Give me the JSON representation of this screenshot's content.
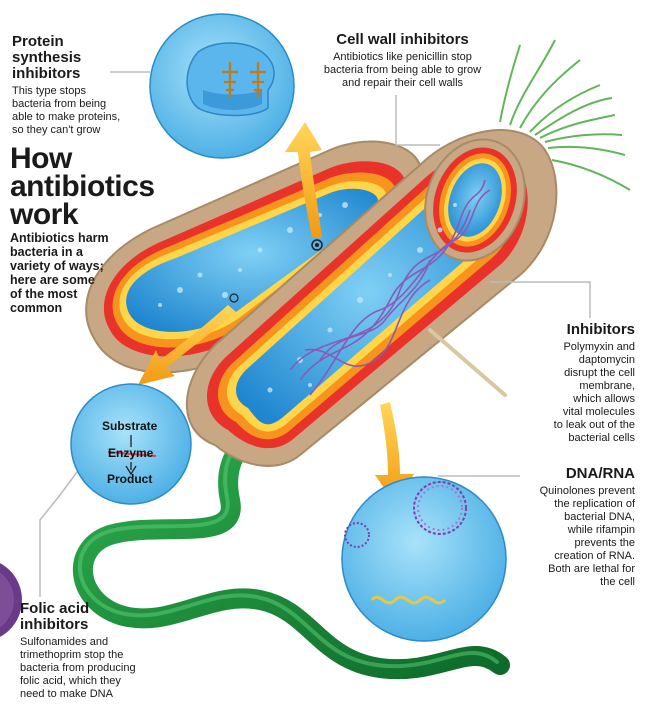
{
  "headline": {
    "title_line1": "How",
    "title_line2": "antibiotics",
    "title_line3": "work",
    "intro": [
      "Antibiotics harm",
      "bacteria in a",
      "variety of ways;",
      "here are some",
      "of the most",
      "common"
    ]
  },
  "protein_synthesis": {
    "heading": [
      "Protein",
      "synthesis",
      "inhibitors"
    ],
    "body": [
      "This type stops",
      "bacteria from being",
      "able to make proteins,",
      "so they can't grow"
    ]
  },
  "cell_wall": {
    "heading": "Cell wall inhibitors",
    "body": [
      "Antibiotics like penicillin stop",
      "bacteria from being able to grow",
      "and repair their cell walls"
    ]
  },
  "membrane": {
    "heading": "Inhibitors",
    "body": [
      "Polymyxin and",
      "daptomycin",
      "disrupt the cell",
      "membrane,",
      "which allows",
      "vital molecules",
      "to leak out of the",
      "bacterial cells"
    ]
  },
  "dna_rna": {
    "heading": "DNA/RNA",
    "body": [
      "Quinolones prevent",
      "the replication of",
      "bacterial DNA,",
      "while rifampin",
      "prevents the",
      "creation of RNA.",
      "Both are lethal for",
      "the cell"
    ]
  },
  "folic_acid": {
    "heading": [
      "Folic acid",
      "inhibitors"
    ],
    "body": [
      "Sulfonamides and",
      "trimethoprim stop the",
      "bacteria from producing",
      "folic acid, which they",
      "need to make DNA"
    ]
  },
  "pathway": {
    "substrate": "Substrate",
    "enzyme": "Enzyme",
    "product": "Product"
  },
  "colors": {
    "cytoplasm": "#3aa0e0",
    "circle_fill": "#6cc4ee",
    "wall_outer": "#c8a884",
    "wall_red": "#e8322a",
    "wall_orange": "#f7941d",
    "wall_yellow": "#ffd64a",
    "arrow": "#f8b21c",
    "flagellum": "#1a8a3a",
    "dna": "#8a5ab8"
  }
}
